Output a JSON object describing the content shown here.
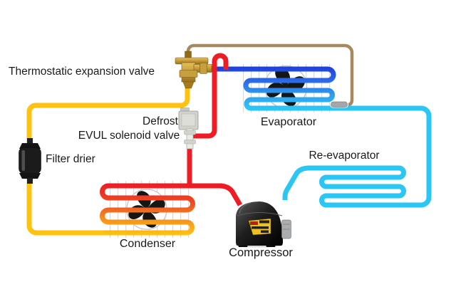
{
  "diagram": {
    "type": "refrigeration-defrost-cycle",
    "labels": {
      "expansion_valve": "Thermostatic expansion valve",
      "defrost_line1": "Defrost",
      "defrost_line2": "EVUL solenoid valve",
      "evaporator": "Evaporator",
      "re_evaporator": "Re-evaporator",
      "filter_drier": "Filter drier",
      "condenser": "Condenser",
      "compressor": "Compressor"
    },
    "colors": {
      "hot_gas_line": "#EE1C25",
      "liquid_line": "#FFC20E",
      "evaporator_inlet": "#1F41DC",
      "suction_line": "#2BC7F4",
      "condenser_mid": "#F68C1E",
      "capillary_line": "#A6895F",
      "text": "#1A1A1A",
      "background": "#FFFFFF"
    }
  }
}
